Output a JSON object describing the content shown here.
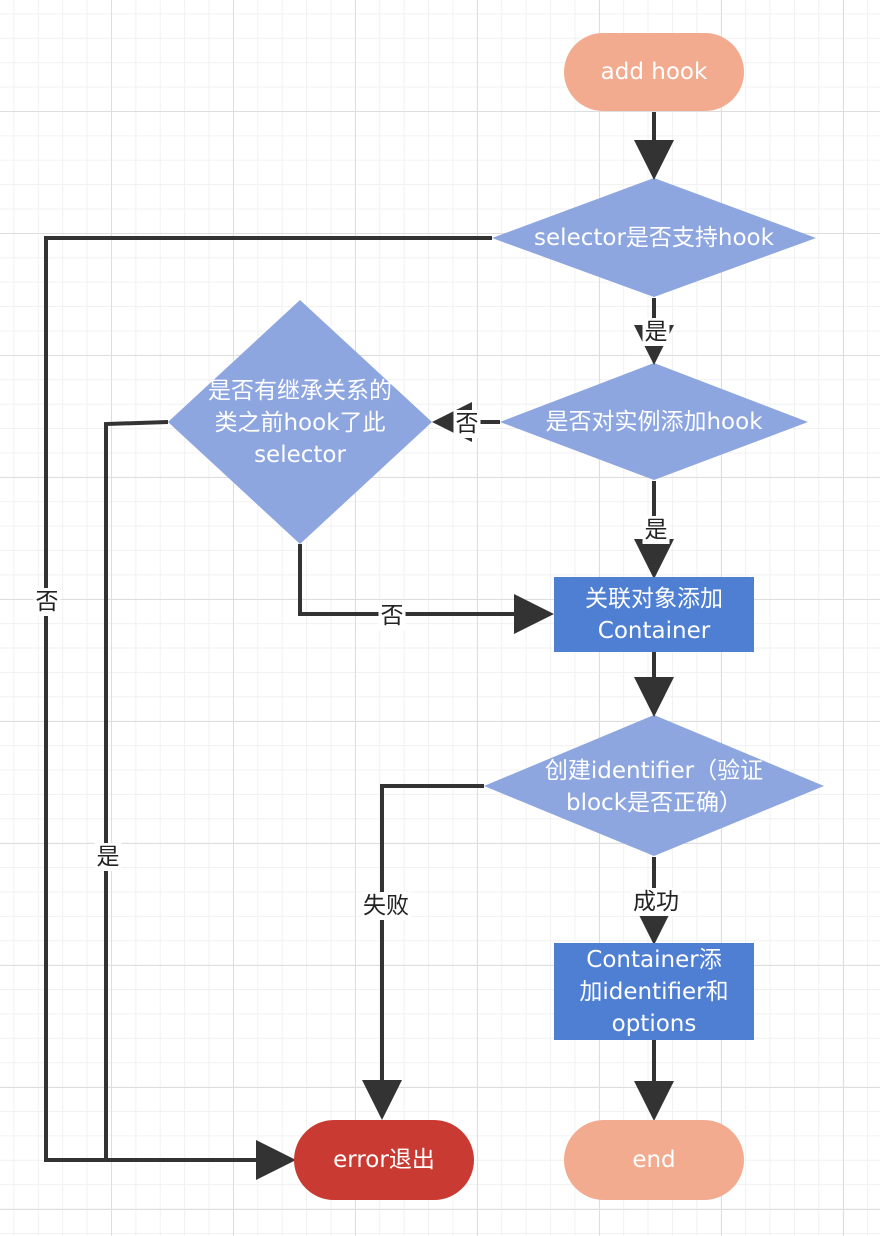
{
  "nodes": {
    "start": {
      "label": "add hook",
      "color": "#f2ab8f"
    },
    "decision_selector": {
      "label": "selector是否支持hook",
      "color": "#8ea6df"
    },
    "decision_instance": {
      "label": "是否对实例添加hook",
      "color": "#8ea6df"
    },
    "decision_inherit": {
      "lines": [
        "是否有继承关系的",
        "类之前hook了此",
        "selector"
      ],
      "color": "#8ea6df"
    },
    "process_container": {
      "lines": [
        "关联对象添加",
        "Container"
      ],
      "color": "#4f7fd2"
    },
    "decision_identifier": {
      "lines": [
        "创建identifier（验证",
        "block是否正确）"
      ],
      "color": "#8ea6df"
    },
    "process_add_identifier": {
      "lines": [
        "Container添",
        "加identifier和",
        "options"
      ],
      "color": "#4f7fd2"
    },
    "error": {
      "label": "error退出",
      "color": "#c93a33"
    },
    "end": {
      "label": "end",
      "color": "#f2ab8f"
    }
  },
  "edge_labels": {
    "selector_yes": "是",
    "selector_no": "否",
    "instance_yes": "是",
    "instance_no": "否",
    "inherit_no": "否",
    "inherit_yes": "是",
    "identifier_success": "成功",
    "identifier_fail": "失败"
  }
}
